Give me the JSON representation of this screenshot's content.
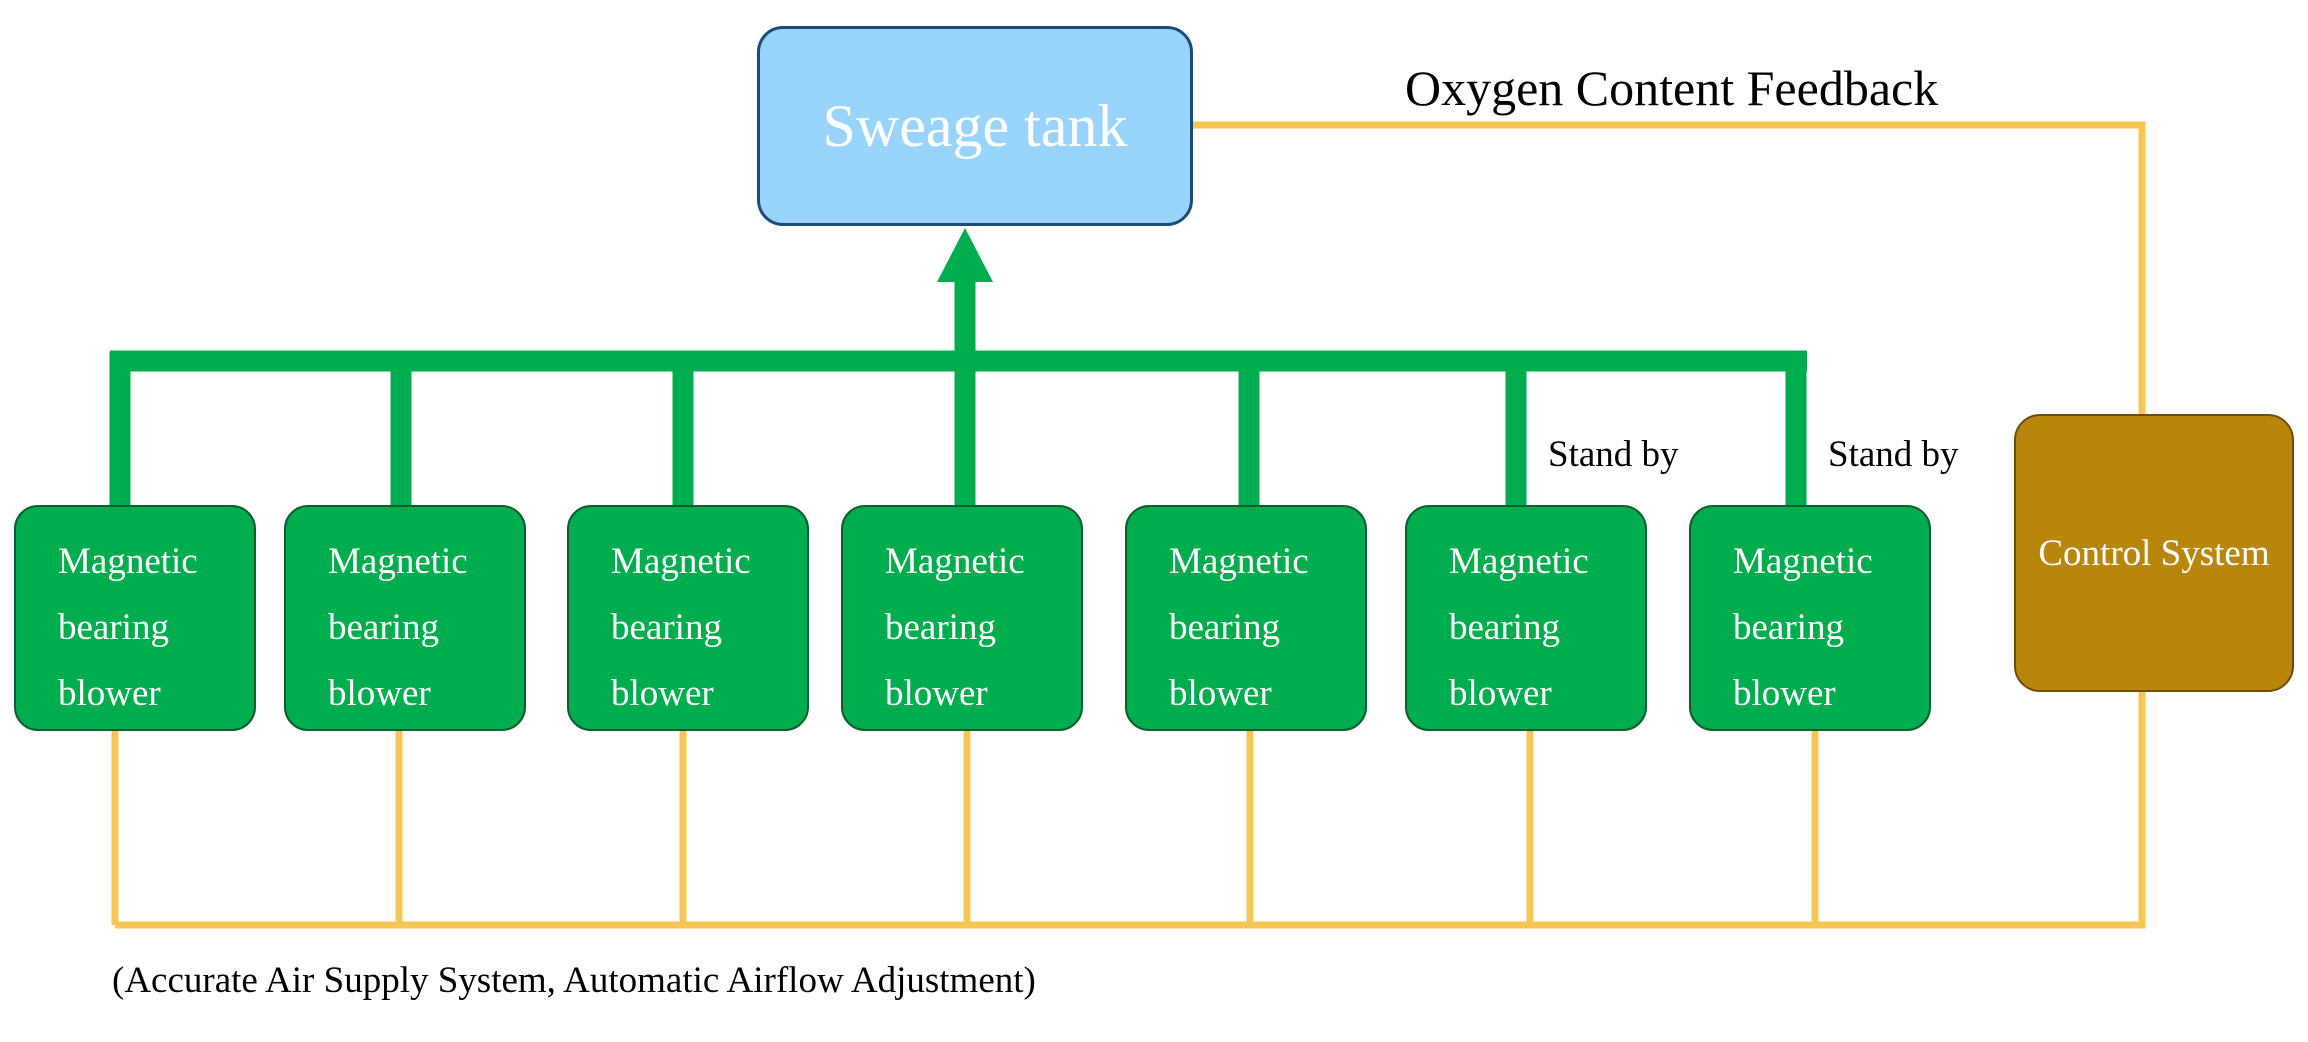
{
  "tank": {
    "label": "Sweage tank"
  },
  "feedback": {
    "label": "Oxygen Content Feedback"
  },
  "control_system": {
    "label": "Control System"
  },
  "blowers": [
    {
      "line1": "Magnetic",
      "line2": "bearing",
      "line3": "blower"
    },
    {
      "line1": "Magnetic",
      "line2": "bearing",
      "line3": "blower"
    },
    {
      "line1": "Magnetic",
      "line2": "bearing",
      "line3": "blower"
    },
    {
      "line1": "Magnetic",
      "line2": "bearing",
      "line3": "blower"
    },
    {
      "line1": "Magnetic",
      "line2": "bearing",
      "line3": "blower"
    },
    {
      "line1": "Magnetic",
      "line2": "bearing",
      "line3": "blower"
    },
    {
      "line1": "Magnetic",
      "line2": "bearing",
      "line3": "blower"
    }
  ],
  "standby": [
    {
      "label": "Stand by"
    },
    {
      "label": "Stand by"
    }
  ],
  "caption": {
    "text": "(Accurate Air Supply System, Automatic Airflow Adjustment)"
  },
  "colors": {
    "air_pipe": "#00ad4e",
    "signal_line": "#f5c654",
    "tank_fill": "#99d4fd",
    "blower_fill": "#00ad4e",
    "control_fill": "#b8860b"
  }
}
